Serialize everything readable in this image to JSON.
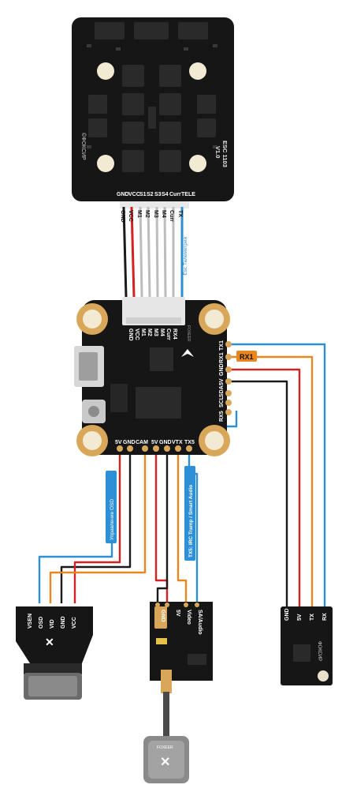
{
  "colors": {
    "board": "#161616",
    "board_dark": "#0d0d0d",
    "chip": "#2a2a2a",
    "gold": "#d9a75a",
    "mount_fill": "#f2ead2",
    "wire_black": "#1a1a1a",
    "wire_red": "#d32222",
    "wire_blue": "#2d8fd6",
    "wire_orange": "#e8871f",
    "wire_gray": "#bdbdbd",
    "label_bg": "#2d8fd6",
    "rx_label_bg": "#e8871f"
  },
  "esc": {
    "brand": "©ФОКСИР",
    "model": "ESC 1103",
    "version": "V1.0",
    "pads": [
      "GND",
      "VCC",
      "S1",
      "S2",
      "S3",
      "S4",
      "Curr",
      "TELE"
    ]
  },
  "wires_esc": [
    "GND",
    "VCC",
    "M1",
    "M2",
    "M3",
    "M4",
    "Curr",
    "TX"
  ],
  "telemetry_label": "Esc Телеметрия",
  "fc": {
    "brand": "FOXEER",
    "plug_pins": [
      "GND",
      "VCC",
      "M1",
      "M2",
      "M3",
      "M4",
      "Curr",
      "RX4"
    ],
    "right_pads": [
      "TX1",
      "RX1",
      "GND",
      "5V",
      "SDA",
      "SCL",
      "RX5"
    ],
    "bottom_pads": [
      "5V",
      "GND",
      "CAM",
      "5V",
      "GND",
      "VTX",
      "TX5"
    ]
  },
  "rx1_label": "RX1",
  "osd_label": "Управление OSD",
  "vtx_label": "TX5: IRC Tramp / Smart Audio",
  "camera": {
    "pins": [
      "VSEN",
      "OSD",
      "VID",
      "GND",
      "VCC"
    ]
  },
  "vtx": {
    "pins": [
      "GND",
      "5V",
      "Video",
      "SA/Audio"
    ]
  },
  "receiver": {
    "pins": [
      "GND",
      "5V",
      "TX",
      "RX"
    ],
    "brand": "ФОКСИР"
  },
  "antenna": {
    "brand": "FOXEER"
  }
}
